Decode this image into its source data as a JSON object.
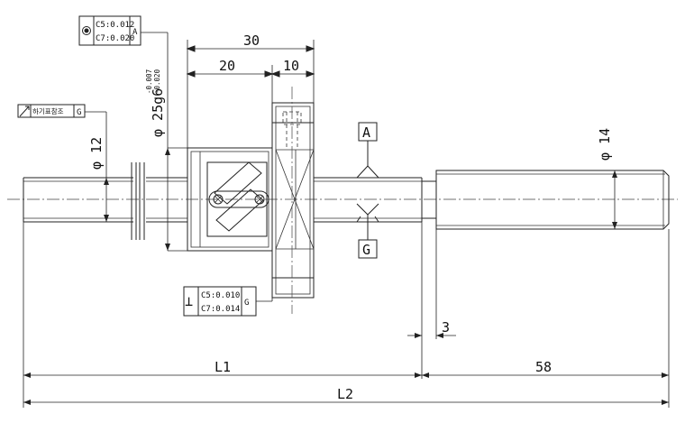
{
  "dimensions": {
    "total_nut_length": "30",
    "nut_body_length": "20",
    "flange_width": "10",
    "nut_diameter": "φ 25g6",
    "nut_diameter_tol_upper": "-0.007",
    "nut_diameter_tol_lower": "-0.020",
    "shaft_diameter": "φ 12",
    "end_diameter": "φ 14",
    "gap": "3",
    "l1": "L1",
    "end_length": "58",
    "l2": "L2"
  },
  "datums": {
    "a": "A",
    "g": "G"
  },
  "tolerance_frames": {
    "coaxiality": {
      "line1": "C5:0.012",
      "line2": "C7:0.020",
      "datum": "A"
    },
    "perpendicularity": {
      "symbol": "⊥",
      "line1": "C5:0.010",
      "line2": "C7:0.014",
      "datum": "G"
    },
    "runout": {
      "symbol": "↗",
      "text": "하기표참조",
      "datum": "G"
    }
  }
}
